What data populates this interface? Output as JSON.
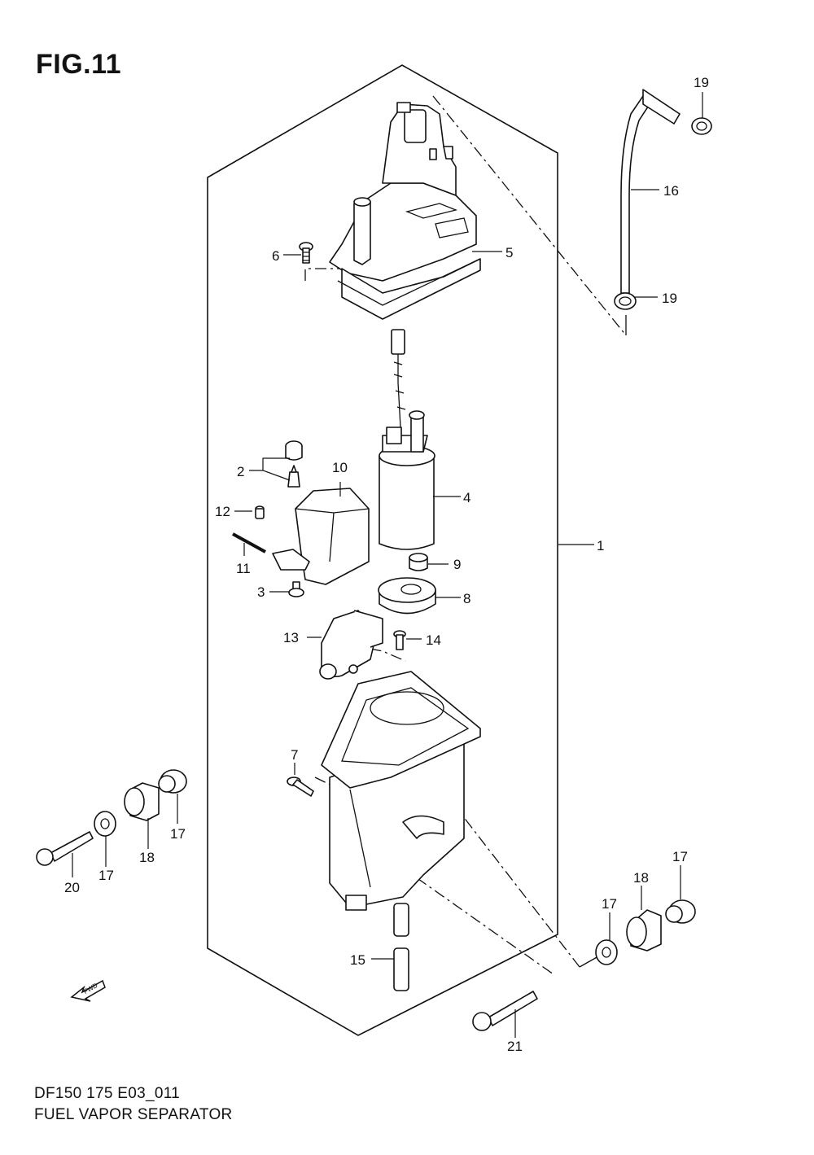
{
  "figure": {
    "title": "FIG.11",
    "model_code": "DF150 175 E03_011",
    "name": "FUEL VAPOR SEPARATOR"
  },
  "direction_marker": {
    "label": "FWD",
    "icon": "fwd-arrow-icon"
  },
  "callouts": [
    "1",
    "2",
    "3",
    "4",
    "5",
    "6",
    "7",
    "8",
    "9",
    "10",
    "11",
    "12",
    "13",
    "14",
    "15",
    "16",
    "17",
    "18",
    "19",
    "20",
    "21"
  ],
  "callout_labels": {
    "c1": "1",
    "c2": "2",
    "c3": "3",
    "c4": "4",
    "c5": "5",
    "c6": "6",
    "c7": "7",
    "c8": "8",
    "c9": "9",
    "c10": "10",
    "c11": "11",
    "c12": "12",
    "c13": "13",
    "c14": "14",
    "c15": "15",
    "c16": "16",
    "c17a": "17",
    "c17b": "17",
    "c17c": "17",
    "c17d": "17",
    "c18a": "18",
    "c18b": "18",
    "c19a": "19",
    "c19b": "19",
    "c20": "20",
    "c21": "21"
  }
}
